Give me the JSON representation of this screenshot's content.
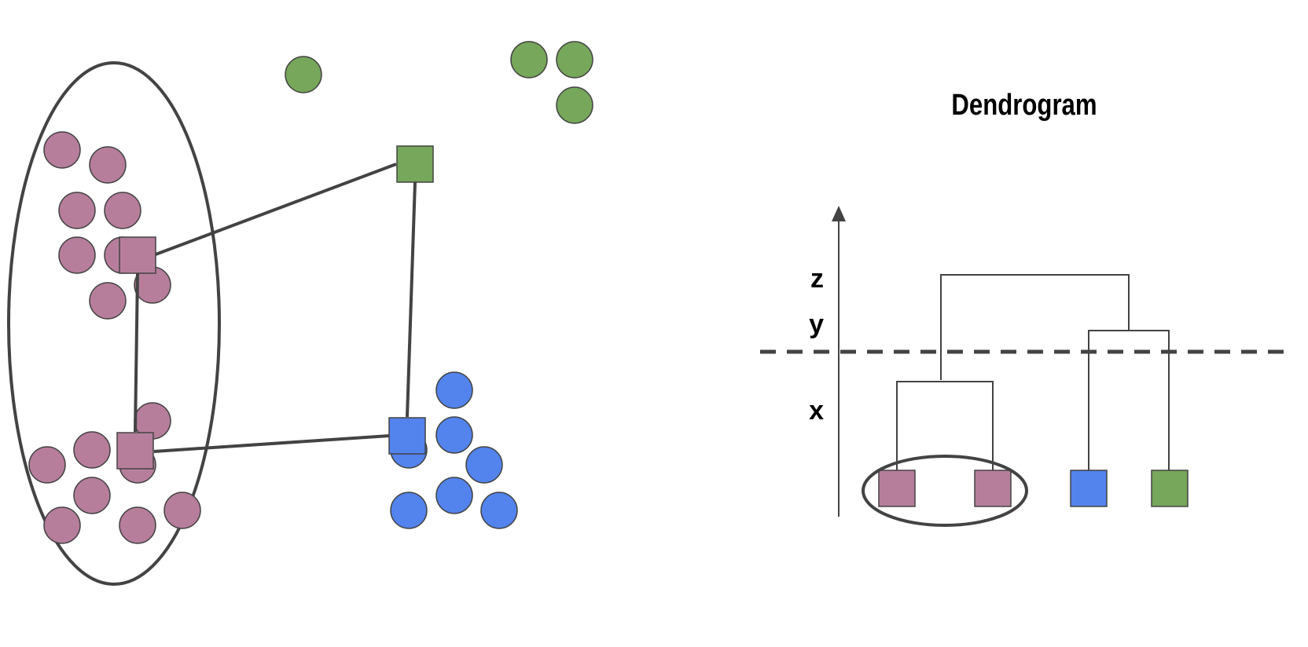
{
  "dendrogram": {
    "title": "Dendrogram",
    "levels": [
      "z",
      "y",
      "x"
    ]
  },
  "colors": {
    "cluster_pink": "#b77e9c",
    "cluster_green": "#77a75a",
    "cluster_blue": "#5383ec",
    "stroke": "#434343"
  }
}
